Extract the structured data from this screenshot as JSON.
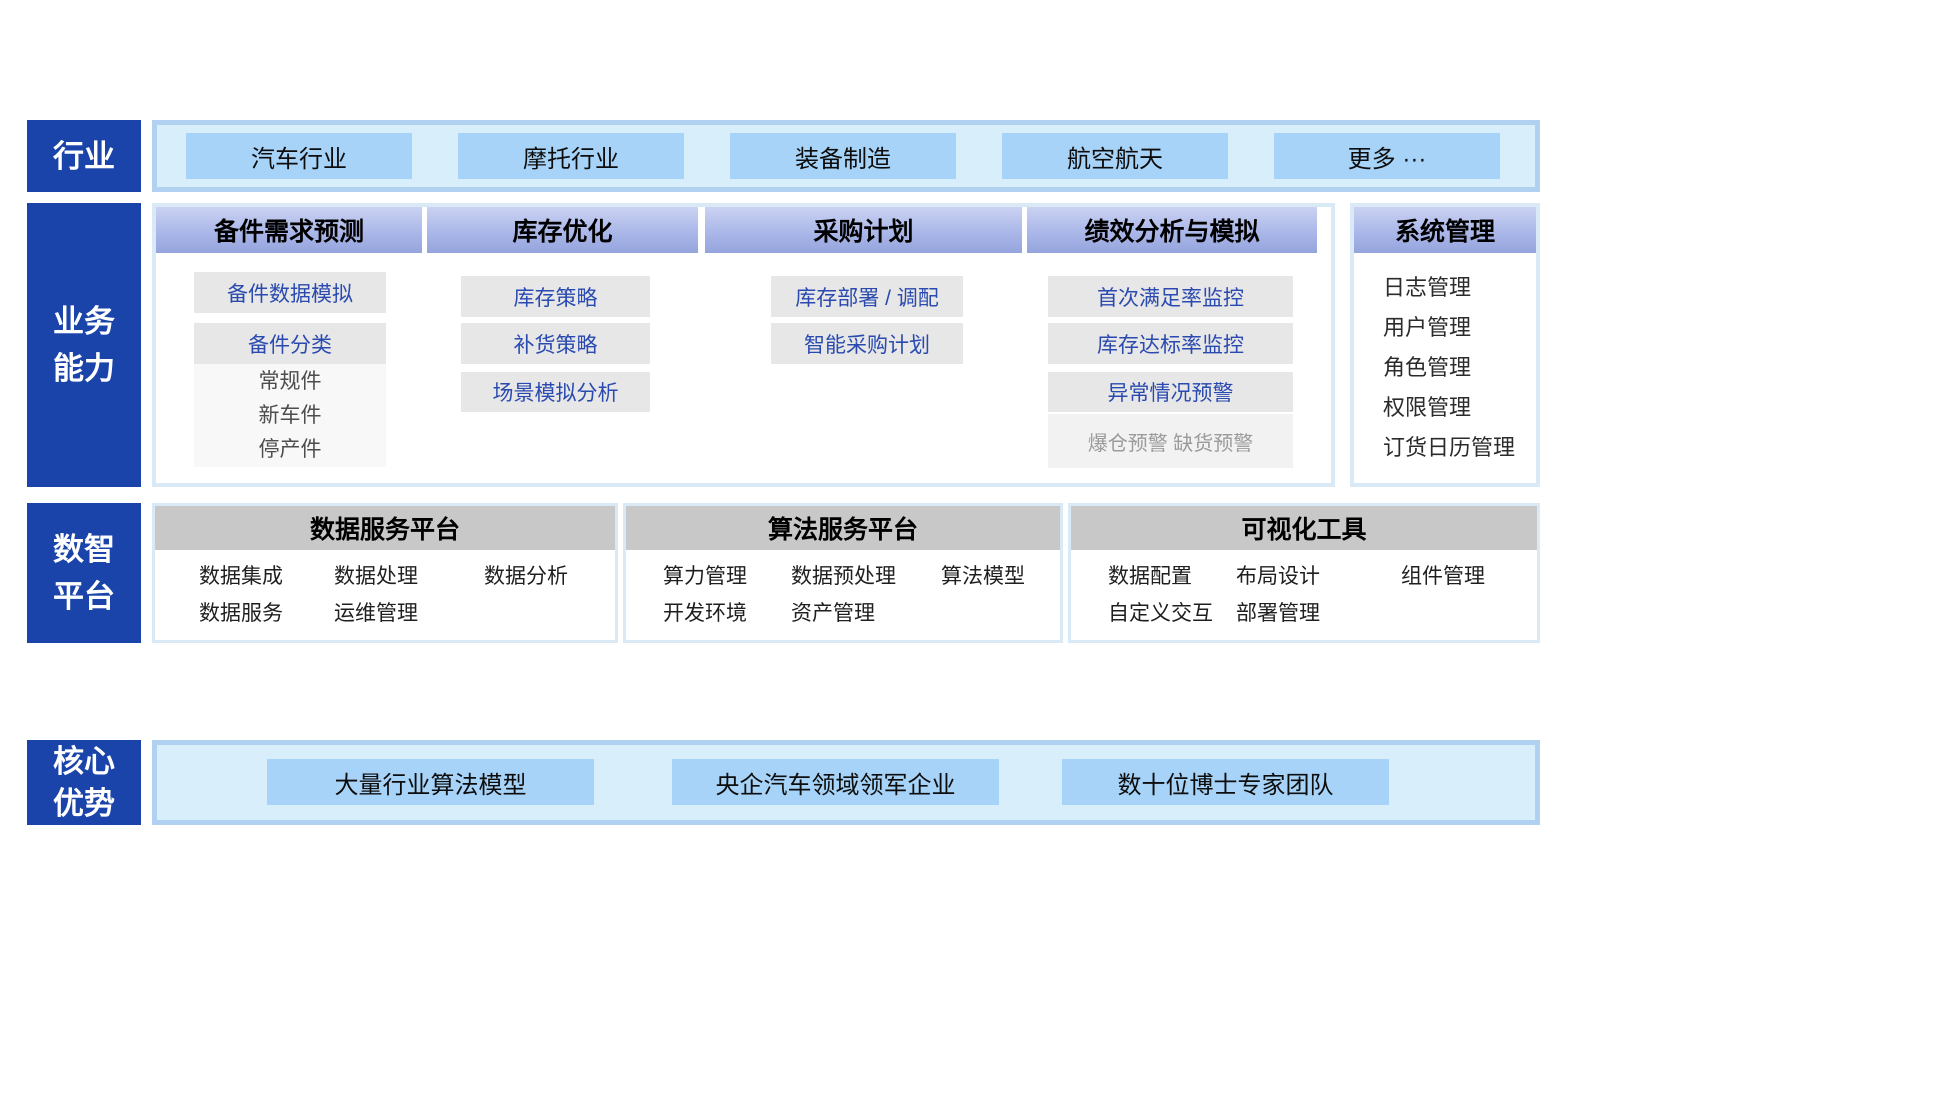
{
  "sidebar": {
    "industry_label": "行业",
    "business_line1": "业务",
    "business_line2": "能力",
    "platform_line1": "数智",
    "platform_line2": "平台",
    "advantage_line1": "核心",
    "advantage_line2": "优势"
  },
  "industry": {
    "items": [
      "汽车行业",
      "摩托行业",
      "装备制造",
      "航空航天",
      "更多 ···"
    ]
  },
  "business": {
    "columns": [
      {
        "header": "备件需求预测",
        "items": [
          "备件数据模拟",
          "备件分类"
        ],
        "sub_items": [
          "常规件",
          "新车件",
          "停产件"
        ]
      },
      {
        "header": "库存优化",
        "items": [
          "库存策略",
          "补货策略",
          "场景模拟分析"
        ]
      },
      {
        "header": "采购计划",
        "items": [
          "库存部署 / 调配",
          "智能采购计划"
        ]
      },
      {
        "header": "绩效分析与模拟",
        "items": [
          "首次满足率监控",
          "库存达标率监控",
          "异常情况预警"
        ],
        "note": "爆仓预警 缺货预警"
      }
    ],
    "system": {
      "header": "系统管理",
      "items": [
        "日志管理",
        "用户管理",
        "角色管理",
        "权限管理",
        "订货日历管理"
      ]
    }
  },
  "platform": {
    "panels": [
      {
        "header": "数据服务平台",
        "items": [
          "数据集成",
          "数据处理",
          "数据分析",
          "数据服务",
          "运维管理"
        ]
      },
      {
        "header": "算法服务平台",
        "items": [
          "算力管理",
          "数据预处理",
          "算法模型",
          "开发环境",
          "资产管理"
        ]
      },
      {
        "header": "可视化工具",
        "items": [
          "数据配置",
          "布局设计",
          "组件管理",
          "自定义交互",
          "部署管理"
        ]
      }
    ]
  },
  "advantages": {
    "items": [
      "大量行业算法模型",
      "央企汽车领域领军企业",
      "数十位博士专家团队"
    ]
  },
  "colors": {
    "sidebar_blue": "#1a44a9",
    "frame_bg": "#d9eefb",
    "frame_border": "#b0d2f0",
    "chip_blue": "#a6d3f7",
    "column_header_gradient_top": "#cbd3f3",
    "column_header_gradient_bottom": "#95a4dd",
    "item_gray_bg": "#e7e7e7",
    "item_text_blue": "#2a4ab0",
    "platform_header_gray": "#c8c8c8",
    "panel_border": "#d9e9f6"
  }
}
